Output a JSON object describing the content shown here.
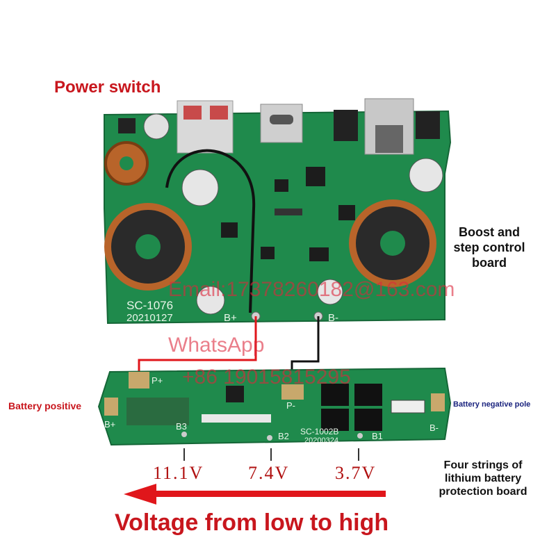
{
  "labels": {
    "power_switch": "Power switch",
    "boost_line1": "Boost and",
    "boost_line2": "step control",
    "boost_line3": "board",
    "battery_positive": "Battery positive",
    "battery_negative": "Battery negative pole",
    "four_line1": "Four strings of",
    "four_line2": "lithium battery",
    "four_line3": "protection board",
    "voltage_caption": "Voltage from low to high"
  },
  "voltages": {
    "v1": "11.1V",
    "v2": "7.4V",
    "v3": "3.7V"
  },
  "watermark": {
    "email": "Email:17378260182@163.com",
    "whatsapp": "WhatsApp",
    "phone": "+86 19015815295"
  },
  "board_top": {
    "model": "SC-1076",
    "date": "20210127",
    "b_plus": "B+",
    "b_minus": "B-"
  },
  "board_bottom": {
    "p_plus": "P+",
    "p_minus": "P-",
    "b_plus": "B+",
    "b_minus": "B-",
    "b1": "B1",
    "b2": "B2",
    "b3": "B3",
    "model": "SC-1002B",
    "date": "20200324"
  },
  "colors": {
    "pcb": "#1f8a4c",
    "label_red": "#c8161d",
    "arrow_red": "#e0161b",
    "battery_negative_text": "#1a237e"
  }
}
